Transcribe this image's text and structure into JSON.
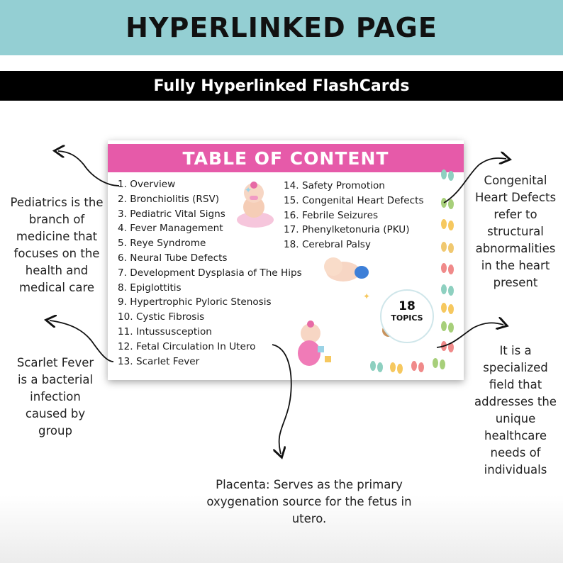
{
  "banner": {
    "title": "HYPERLINKED PAGE",
    "subtitle": "Fully Hyperlinked FlashCards"
  },
  "card": {
    "header": "TABLE OF CONTENT",
    "toc_left": [
      "1. Overview",
      "2. Bronchiolitis (RSV)",
      "3. Pediatric Vital Signs",
      "4. Fever Management",
      "5. Reye Syndrome",
      "6. Neural Tube Defects",
      "7. Development Dysplasia of The Hips",
      "8. Epiglottitis",
      "9. Hypertrophic Pyloric Stenosis",
      "10. Cystic Fibrosis",
      "11. Intussusception",
      "12. Fetal Circulation In Utero",
      "13. Scarlet Fever"
    ],
    "toc_right": [
      "14. Safety Promotion",
      "15. Congenital Heart Defects",
      "16.  Febrile Seizures",
      "17.  Phenylketonuria (PKU)",
      "18. Cerebral Palsy"
    ],
    "badge": {
      "number": "18",
      "label": "TOPICS"
    },
    "decor_icons": [
      "baby-illustration",
      "sleeping-baby-illustration",
      "teddy-bear-illustration",
      "footprint-icon"
    ]
  },
  "callouts": {
    "pediatrics": "Pediatrics is the branch of medicine that focuses on the health and medical care",
    "scarlet": "Scarlet Fever is a bacterial infection caused by group",
    "congenital": "Congenital Heart Defects refer to structural abnormalities in the heart present",
    "specialized": "It is a specialized field that addresses the unique healthcare needs of individuals",
    "placenta": "Placenta: Serves as the primary oxygenation source for the fetus in utero."
  },
  "colors": {
    "banner_bg": "#94cfd3",
    "subtitle_bg": "#000000",
    "card_header_bg": "#e65aa9",
    "footprint_colors": [
      "#8ed0c0",
      "#f6c85f",
      "#f08a8a",
      "#a7cf7a"
    ]
  }
}
